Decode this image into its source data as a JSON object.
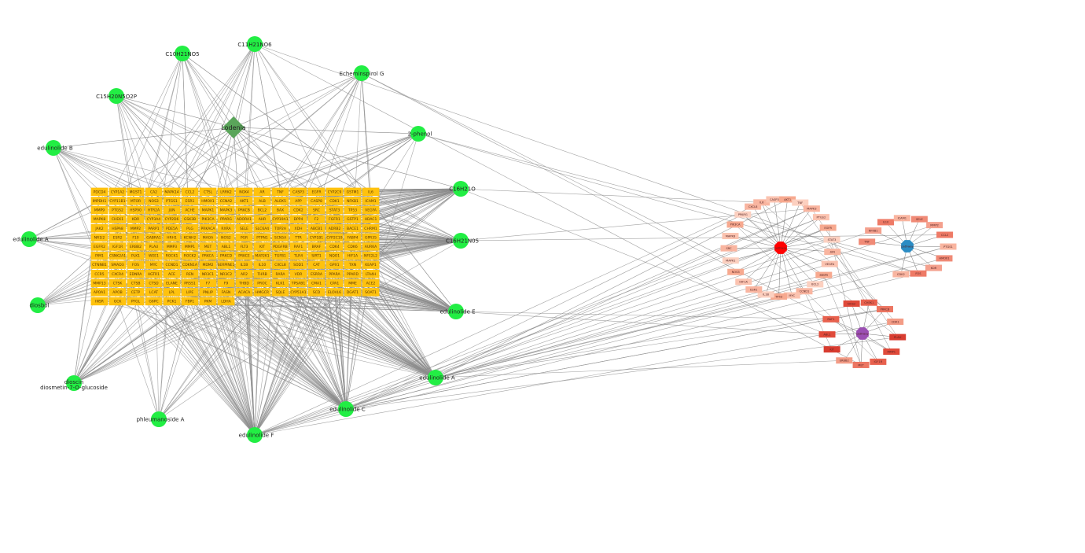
{
  "network": {
    "herb": {
      "label": "Lodenia"
    },
    "compounds": [
      {
        "id": "c1",
        "label": "C10H21NO5"
      },
      {
        "id": "c2",
        "label": "C11H21NO6"
      },
      {
        "id": "c3",
        "label": "C15H20N5O2P"
      },
      {
        "id": "c4",
        "label": "Echeminspirol G"
      },
      {
        "id": "c5",
        "label": "2-phenol"
      },
      {
        "id": "c6",
        "label": "edulinolide B"
      },
      {
        "id": "c7",
        "label": "edulinolide A"
      },
      {
        "id": "c8",
        "label": "C16H21O"
      },
      {
        "id": "c9",
        "label": "C16H21N05"
      },
      {
        "id": "c10",
        "label": "diosbol"
      },
      {
        "id": "c11",
        "label": "edulinolide E"
      },
      {
        "id": "c12",
        "label": "edulinolide A"
      },
      {
        "id": "c13",
        "label": "dioscin"
      },
      {
        "id": "c14",
        "label": "diosmetin-7-O-glucoside"
      },
      {
        "id": "c15",
        "label": "edulinolide C"
      },
      {
        "id": "c16",
        "label": "phleumanoside A"
      },
      {
        "id": "c17",
        "label": "edulinolide F"
      }
    ],
    "targets": [
      "PDCD4",
      "CYP1A2",
      "MGST1",
      "CA2",
      "MAPK14",
      "CCL2",
      "CTSL",
      "LRRK2",
      "NOX4",
      "AR",
      "TNF",
      "CASP3",
      "EGFR",
      "CYP2C9",
      "GSTM1",
      "IL6",
      "IMPDH1",
      "CYP11B1",
      "MTOR",
      "NOS3",
      "PTGS1",
      "ESR1",
      "HMOX1",
      "CCNA2",
      "AKT1",
      "ALB",
      "ALOX5",
      "APP",
      "CASP8",
      "CDK1",
      "NFKB1",
      "ICAM1",
      "MMP9",
      "PTGS2",
      "HSP90",
      "HTR2A",
      "JUN",
      "ACHE",
      "MAPK1",
      "MAPK3",
      "PRKCB",
      "BCL2",
      "BAX",
      "CDK2",
      "SRC",
      "STAT3",
      "TP53",
      "VEGFA",
      "MAPK8",
      "CHEK1",
      "KDR",
      "CYP3A4",
      "CYP2D6",
      "GSK3B",
      "PIK3CA",
      "PPARG",
      "ADORA1",
      "AHR",
      "CYP19A1",
      "DPP4",
      "F2",
      "FGFR1",
      "GSTP1",
      "HDAC1",
      "JAK2",
      "HSPA8",
      "MMP2",
      "PARP1",
      "PDE5A",
      "PLG",
      "PRKACA",
      "RXRA",
      "SELE",
      "SLC6A4",
      "TOP2A",
      "XDH",
      "ABCB1",
      "ADRB2",
      "BACE1",
      "CHRM1",
      "NR1I2",
      "ESR2",
      "F10",
      "GABRA1",
      "HRH1",
      "KCNH2",
      "MAOA",
      "NOS2",
      "PGR",
      "PTPN1",
      "SCN5A",
      "TTR",
      "CYP1B1",
      "CYP2C19",
      "FABP4",
      "GPR35",
      "EGFR2",
      "IGF1R",
      "ERBB2",
      "PLAU",
      "MMP3",
      "MMP1",
      "MET",
      "ABL1",
      "FLT3",
      "KIT",
      "PDGFRB",
      "RAF1",
      "BRAF",
      "CDK4",
      "CDK6",
      "AURKA",
      "PIM1",
      "CSNK2A1",
      "PLK1",
      "WEE1",
      "ROCK1",
      "ROCK2",
      "PRKCA",
      "PRKCD",
      "PRKCE",
      "MAP2K1",
      "TGFB1",
      "TLR4",
      "SIRT1",
      "NQO1",
      "HIF1A",
      "NFE2L2",
      "CTNNB1",
      "SMAD3",
      "FOS",
      "MYC",
      "CCND1",
      "CDKN1A",
      "MDM2",
      "SERPINE1",
      "IL1B",
      "IL10",
      "CXCL8",
      "SOD1",
      "CAT",
      "GPX1",
      "TXN",
      "KEAP1",
      "CCR5",
      "CXCR4",
      "EDNRA",
      "AGTR1",
      "ACE",
      "REN",
      "NR3C1",
      "NR3C2",
      "AR2",
      "THRB",
      "RARA",
      "VDR",
      "ESRRA",
      "PPARA",
      "PPARD",
      "LTA4H",
      "MMP13",
      "CTSK",
      "CTSB",
      "CTSD",
      "ELANE",
      "PRSS1",
      "F7",
      "F9",
      "THBD",
      "PROC",
      "KLK1",
      "TPSAB1",
      "CMA1",
      "CPA1",
      "MME",
      "ACE2",
      "APOA1",
      "APOB",
      "CETP",
      "LCAT",
      "LPL",
      "LIPE",
      "PNLIP",
      "FASN",
      "ACACA",
      "HMGCR",
      "SQLE",
      "CYP51A1",
      "SCD",
      "ELOVL6",
      "DGAT1",
      "SOAT1",
      "INSR",
      "GCK",
      "PYGL",
      "G6PC",
      "PCK1",
      "FBP1",
      "PKM",
      "LDHA"
    ],
    "pathways": {
      "hubs": [
        {
          "id": "p1",
          "label": "pathway",
          "color": "#ff0000"
        },
        {
          "id": "p2",
          "label": "pathway",
          "color": "#2b8cc4"
        },
        {
          "id": "p3",
          "label": "pathway",
          "color": "#9b4fb3"
        }
      ],
      "p1_targets": [
        "IL6",
        "CASP3",
        "AKT1",
        "TNF",
        "MAPK3",
        "PTGS2",
        "EGFR",
        "STAT3",
        "JUN",
        "VEGFA",
        "MMP9",
        "BCL2",
        "CCND1",
        "MYC",
        "TP53",
        "IL1B",
        "ESR1",
        "HIF1A",
        "NOS3",
        "MAPK1",
        "SRC",
        "MAPK8",
        "PIK3CA",
        "PPARG",
        "CXCL8"
      ],
      "p2_targets": [
        "TNF",
        "NFKB1",
        "IL10",
        "ICAM1",
        "SELE",
        "MMP2",
        "CCL2",
        "PTGS1",
        "HMOX1",
        "KDR",
        "FOS",
        "CDK2"
      ],
      "p3_targets": [
        "NOS2",
        "CHEK1",
        "PRKCB",
        "CDK1",
        "PLAU",
        "MMP1",
        "IGF1R",
        "MET",
        "ERBB2",
        "KIT",
        "ABL1",
        "RAF1"
      ]
    }
  },
  "colors": {
    "compound": "#22ee44",
    "herb": "#5aa55a",
    "target": "#ffc20e",
    "edge": "#8c8c8c"
  }
}
